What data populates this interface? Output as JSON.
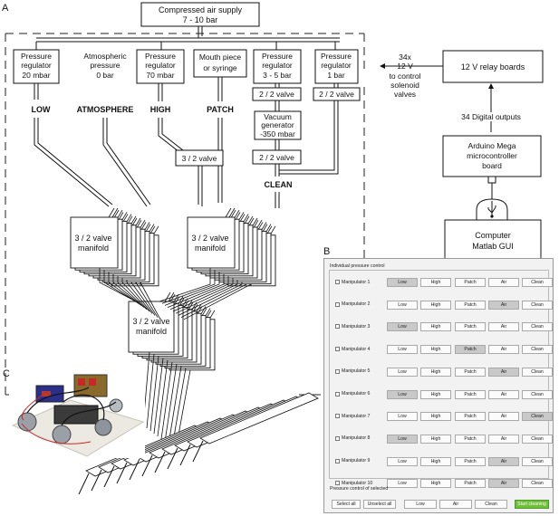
{
  "panels": {
    "a": "A",
    "b": "B",
    "c": "C"
  },
  "supply": {
    "line1": "Compressed air supply",
    "line2": "7 - 10 bar"
  },
  "sources": [
    {
      "l1": "Pressure",
      "l2": "regulator",
      "l3": "20 mbar"
    },
    {
      "l1": "Atmospheric",
      "l2": "pressure",
      "l3": "0 bar"
    },
    {
      "l1": "Pressure",
      "l2": "regulator",
      "l3": "70 mbar"
    },
    {
      "l1": "Mouth piece",
      "l2": "or syringe",
      "l3": ""
    },
    {
      "l1": "Pressure",
      "l2": "regulator",
      "l3": "3 - 5 bar"
    },
    {
      "l1": "Pressure",
      "l2": "regulator",
      "l3": "1 bar"
    }
  ],
  "channels": {
    "low": "LOW",
    "atmosphere": "ATMOSPHERE",
    "high": "HIGH",
    "patch": "PATCH",
    "clean": "CLEAN"
  },
  "valve22": "2 / 2 valve",
  "valve32": "3 / 2 valve",
  "vacuum": {
    "l1": "Vacuum",
    "l2": "generator",
    "l3": "-350 mbar"
  },
  "manifold": {
    "l1": "3 / 2 valve",
    "l2": "manifold"
  },
  "relay": {
    "label": "12 V relay boards",
    "note": [
      "34x",
      "12 V",
      "to control",
      "solenoid",
      "valves"
    ]
  },
  "digital": "34 Digital outputs",
  "arduino": {
    "l1": "Arduino Mega",
    "l2": "microcontroller",
    "l3": "board"
  },
  "computer": {
    "l1": "Computer",
    "l2": "Matlab GUI"
  },
  "usb_icon": "usb-icon",
  "gui": {
    "title": "Individual pressure control",
    "buttons": [
      "Low",
      "High",
      "Patch",
      "Air",
      "Clean"
    ],
    "manipulators": [
      {
        "label": "Manipulator 1",
        "selected": "Low"
      },
      {
        "label": "Manipulator 2",
        "selected": "Air"
      },
      {
        "label": "Manipulator 3",
        "selected": "Low"
      },
      {
        "label": "Manipulator 4",
        "selected": "Patch"
      },
      {
        "label": "Manipulator 5",
        "selected": "Air"
      },
      {
        "label": "Manipulator 6",
        "selected": "Low"
      },
      {
        "label": "Manipulator 7",
        "selected": "Clean"
      },
      {
        "label": "Manipulator 8",
        "selected": "Low"
      },
      {
        "label": "Manipulator 9",
        "selected": "Air"
      },
      {
        "label": "Manipulator 10",
        "selected": "Air"
      }
    ],
    "selected_title": "Pressure control of selected",
    "select_all": "Select all",
    "unselect_all": "Unselect all",
    "low": "Low",
    "air": "Air",
    "clean": "Clean",
    "start_cleaning": "Start cleaning",
    "start_color": "#6fbf3a"
  }
}
